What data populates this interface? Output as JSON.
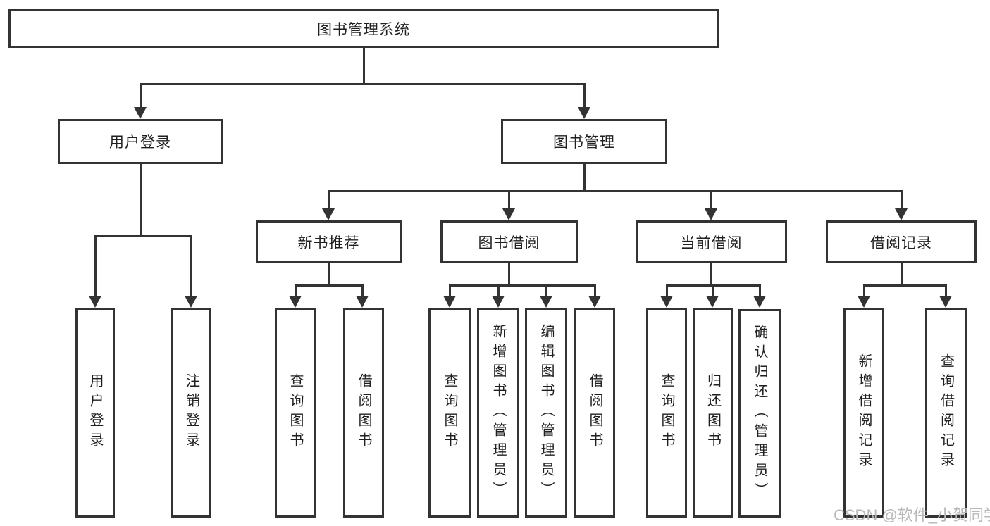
{
  "tree": {
    "root": {
      "label": "图书管理系统"
    },
    "branches": [
      {
        "label": "用户登录",
        "children": [
          {
            "label": "用户登录"
          },
          {
            "label": "注销登录"
          }
        ]
      },
      {
        "label": "图书管理",
        "children": [
          {
            "label": "新书推荐",
            "children": [
              {
                "label": "查询图书"
              },
              {
                "label": "借阅图书"
              }
            ]
          },
          {
            "label": "图书借阅",
            "children": [
              {
                "label": "查询图书"
              },
              {
                "label": "新增图书（管理员）"
              },
              {
                "label": "编辑图书（管理员）"
              },
              {
                "label": "借阅图书"
              }
            ]
          },
          {
            "label": "当前借阅",
            "children": [
              {
                "label": "查询图书"
              },
              {
                "label": "归还图书"
              },
              {
                "label": "确认归还（管理员）"
              }
            ]
          },
          {
            "label": "借阅记录",
            "children": [
              {
                "label": "新增借阅记录"
              },
              {
                "label": "查询借阅记录"
              }
            ]
          }
        ]
      }
    ]
  },
  "watermark": {
    "text": "CSDN @软件_小贺同学"
  },
  "colors": {
    "line": "#333333",
    "text": "#1f1f1f",
    "background": "#ffffff",
    "watermark": "#b8b8b8"
  }
}
